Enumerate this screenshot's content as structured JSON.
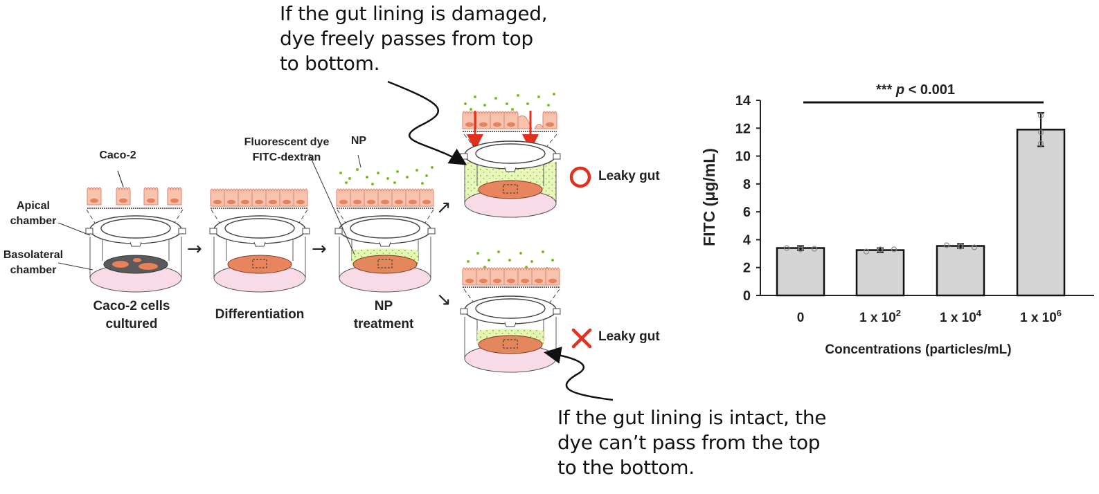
{
  "callouts": {
    "top": "If the gut lining is damaged,\ndye freely passes from top\nto bottom.",
    "bottom": "If the gut lining is intact, the\ndye can’t pass from the top\nto the bottom."
  },
  "diagram": {
    "labels": {
      "caco2": "Caco-2",
      "apical_chamber": "Apical\nchamber",
      "basolateral_chamber": "Basolateral\nchamber",
      "fluorescent_dye": "Fluorescent dye\nFITC-dextran",
      "np": "NP"
    },
    "steps": [
      {
        "label": "Caco-2 cells\ncultured"
      },
      {
        "label": "Differentiation"
      },
      {
        "label": "NP\ntreatment"
      }
    ],
    "arrows": {
      "right": "→",
      "up_right": "↗",
      "down_right": "↘"
    },
    "outcomes": [
      {
        "symbol": "circle-icon",
        "label": "Leaky gut",
        "state": "positive"
      },
      {
        "symbol": "cross-icon",
        "label": "Leaky gut",
        "state": "negative"
      }
    ],
    "colors": {
      "cell": "#f7c3ae",
      "cell_outline": "#e0826a",
      "nucleus": "#e8805c",
      "membrane_orange": "#e88a60",
      "chamber_pink": "#f8dbe6",
      "dye_green": "#e6f5b4",
      "np_dot": "#7cbd2a",
      "red_accent": "#e0301e"
    }
  },
  "chart_data": {
    "type": "bar",
    "title": "",
    "annotation": "*** p < 0.001",
    "annotation_p": "p",
    "annotation_rest": " < 0.001",
    "annotation_stars": "***",
    "xlabel": "Concentrations (particles/mL)",
    "ylabel": "FITC (μg/mL)",
    "ylim": [
      0,
      14
    ],
    "yticks": [
      0,
      2,
      4,
      6,
      8,
      10,
      12,
      14
    ],
    "grid": false,
    "categories": [
      {
        "base": "0",
        "exp": ""
      },
      {
        "base": "1 x 10",
        "exp": "2"
      },
      {
        "base": "1 x 10",
        "exp": "4"
      },
      {
        "base": "1 x 10",
        "exp": "6"
      }
    ],
    "values": [
      3.4,
      3.25,
      3.55,
      11.9
    ],
    "error_low": [
      3.25,
      3.1,
      3.4,
      10.7
    ],
    "error_high": [
      3.55,
      3.4,
      3.7,
      13.1
    ],
    "points": [
      [
        3.4,
        3.3,
        3.35
      ],
      [
        3.15,
        3.3,
        3.3
      ],
      [
        3.6,
        3.5,
        3.45
      ],
      [
        12.9,
        11.7,
        10.9
      ]
    ],
    "bar_color": "#d4d4d4",
    "significance_span": [
      "0",
      "1 x 10^6"
    ]
  }
}
